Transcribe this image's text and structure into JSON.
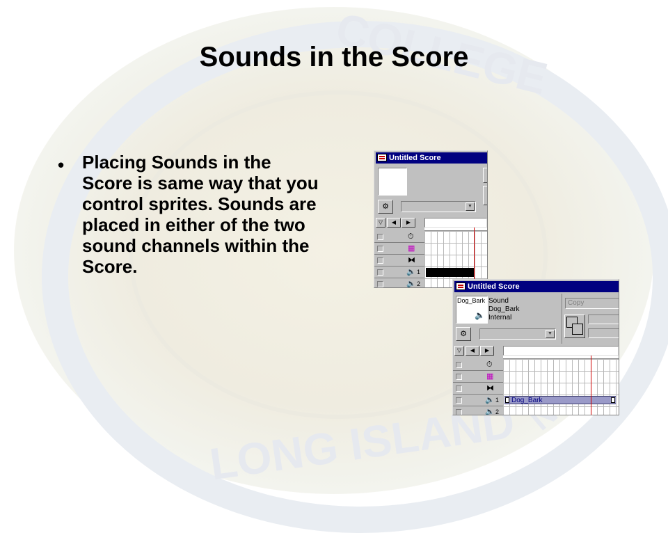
{
  "slide": {
    "title": "Sounds in the Score",
    "bullets": [
      "Placing Sounds in the Score is same way that you control sprites. Sounds are placed in either of the two sound channels within the Score."
    ]
  },
  "watermark": {
    "words": [
      "COLLEGE",
      "LONG ISLAND",
      "NY"
    ]
  },
  "score_window_1": {
    "title": "Untitled Score",
    "channels": [
      {
        "icon": "tempo-icon",
        "label": ""
      },
      {
        "icon": "palette-icon",
        "label": ""
      },
      {
        "icon": "transition-icon",
        "label": ""
      },
      {
        "icon": "sound-icon",
        "label": "1"
      },
      {
        "icon": "sound-icon",
        "label": "2"
      }
    ]
  },
  "score_window_2": {
    "title": "Untitled Score",
    "thumb_name": "Dog_Bark",
    "cast_info": [
      "Sound",
      "Dog_Bark",
      "Internal"
    ],
    "ink_dropdown": "Copy",
    "sprite_label": "Dog_Bark",
    "channels": [
      {
        "icon": "tempo-icon",
        "label": ""
      },
      {
        "icon": "palette-icon",
        "label": ""
      },
      {
        "icon": "transition-icon",
        "label": ""
      },
      {
        "icon": "sound-icon",
        "label": "1"
      },
      {
        "icon": "sound-icon",
        "label": "2"
      }
    ]
  },
  "colors": {
    "titlebar": "#000080",
    "window_face": "#c0c0c0",
    "playhead": "#d00000",
    "sound_sprite": "#9a9ac8"
  }
}
